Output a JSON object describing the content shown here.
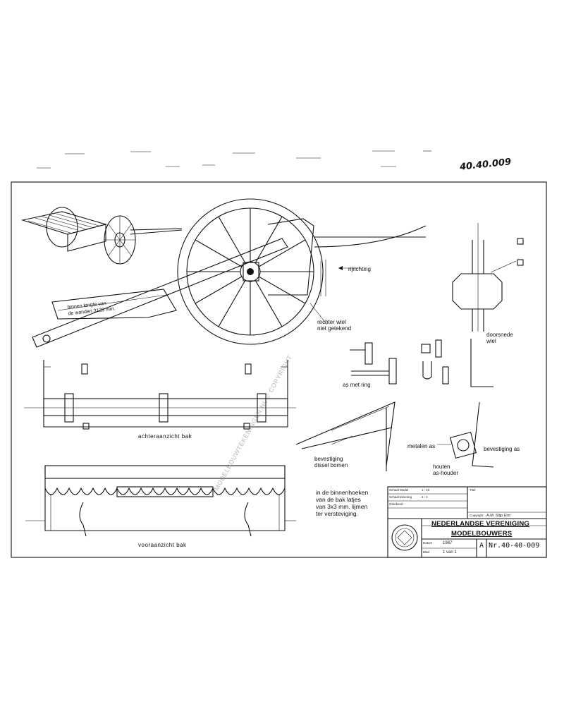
{
  "drawing": {
    "handwritten_number": "40.40.009",
    "watermark": "MODELBOUWTEKENINGEN.NL © COPYRIGHT",
    "labels": {
      "inside_length": "binnen lengte van\nde wanden 3120 mm.",
      "rijrichting": "rijrichting",
      "right_wheel_not_drawn": "rechter wiel\nniet getekend",
      "cross_section_wheel": "doorsnede\nwiel",
      "axle_bearing": "as met ring",
      "rear_view_box": "achteraanzicht  bak",
      "fastening_shafts": "bevestiging\ndissel bomen",
      "metal_axle": "metalen as",
      "axle_fastening": "bevestiging as",
      "wooden_axle_holder": "houten\nas-houder",
      "box_note": "in de binnenhoeken\nvan de bak latjes\nvan 3x3 mm. lijmen\nter versteviging.",
      "front_view_box": "vooraanzicht  bak"
    }
  },
  "title_block": {
    "organization_line1": "NEDERLANDSE VERENIGING",
    "organization_line2": "MODELBOUWERS",
    "sheet_size": "A",
    "number": "Nr.40-40-009",
    "scale_model_label": "Schaal Model",
    "scale_model_value": "1 : 10",
    "scale_drawing_label": "Schaal tekening",
    "scale_drawing_value": "1 : 1",
    "drawn_by_label": "Getekend",
    "date_label": "Datum",
    "date_value": "1987",
    "sheet_label": "Blad",
    "sheet_value": "1  van  1",
    "title_label": "Titel",
    "source_label": "Copyright",
    "source_value": "A.M. Slijp Elst"
  }
}
